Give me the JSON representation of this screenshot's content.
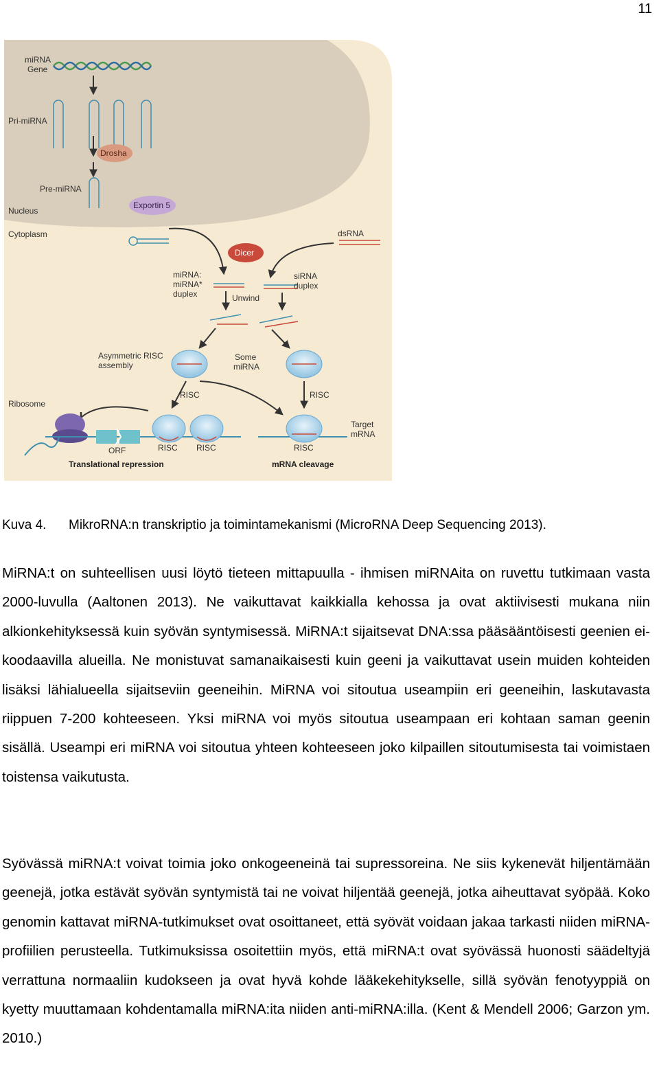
{
  "page_number": "11",
  "figure": {
    "labels": {
      "mirna_gene": [
        "miRNA",
        "Gene"
      ],
      "pri_mirna": "Pri-miRNA",
      "drosha": "Drosha",
      "pre_mirna": "Pre-miRNA",
      "nucleus": "Nucleus",
      "exportin": "Exportin 5",
      "cytoplasm": "Cytoplasm",
      "dsrna": "dsRNA",
      "dicer": "Dicer",
      "mirna_duplex": [
        "miRNA:",
        "miRNA*",
        "duplex"
      ],
      "sirna_duplex": [
        "siRNA",
        "duplex"
      ],
      "unwind": "Unwind",
      "asym_risc": [
        "Asymmetric RISC",
        "assembly"
      ],
      "some_mirna": [
        "Some",
        "miRNA"
      ],
      "risc": "RISC",
      "ribosome": "Ribosome",
      "orf": "ORF",
      "target_mrna": [
        "Target",
        "mRNA"
      ],
      "translational_repression": "Translational repression",
      "mrna_cleavage": "mRNA cleavage"
    },
    "colors": {
      "nucleus": "#d9cdbc",
      "cytoplasm": "#f6ead3",
      "drosha": "#d99a80",
      "exportin": "#c5a8d6",
      "dicer": "#c94a3a",
      "risc": "#a9d0e8",
      "ribosome": "#7d68b0",
      "orf": "#6fc2cc",
      "rna": "#3f8fb0"
    }
  },
  "caption": {
    "label": "Kuva 4.",
    "text": "MikroRNA:n transkriptio ja toimintamekanismi (MicroRNA Deep Sequencing 2013)."
  },
  "paragraphs": [
    "MiRNA:t on suhteellisen uusi löytö tieteen mittapuulla - ihmisen miRNAita on ruvettu tutkimaan vasta 2000-luvulla (Aaltonen 2013). Ne vaikuttavat kaikkialla kehossa ja ovat aktiivisesti mukana niin alkionkehityksessä kuin syövän syntymisessä. MiRNA:t sijaitsevat DNA:ssa pääsääntöisesti geenien ei-koodaavilla alueilla. Ne monistuvat samanaikaisesti kuin geeni ja vaikuttavat usein muiden kohteiden lisäksi lähialueella sijaitseviin geeneihin. MiRNA voi sitoutua useampiin eri geeneihin, laskutavasta riippuen 7-200 kohteeseen. Yksi miRNA voi myös sitoutua useampaan eri kohtaan saman geenin sisällä. Useampi eri miRNA voi sitoutua yhteen kohteeseen joko kilpaillen sitoutumisesta tai voimistaen toistensa vaikutusta.",
    "Syövässä miRNA:t voivat toimia joko onkogeeneinä tai supressoreina. Ne siis kykenevät hiljentämään geenejä, jotka estävät syövän syntymistä tai ne voivat hiljentää geenejä, jotka aiheuttavat syöpää. Koko genomin kattavat miRNA-tutkimukset ovat osoittaneet, että syövät voidaan jakaa tarkasti niiden miRNA-profiilien perusteella. Tutkimuksissa osoitettiin myös, että miRNA:t ovat syövässä huonosti säädeltyjä verrattuna normaaliin kudokseen ja ovat hyvä kohde lääkekehitykselle, sillä syövän fenotyyppiä on kyetty muuttamaan kohdentamalla miRNA:ita niiden anti-miRNA:illa. (Kent & Mendell 2006; Garzon ym. 2010.)"
  ]
}
